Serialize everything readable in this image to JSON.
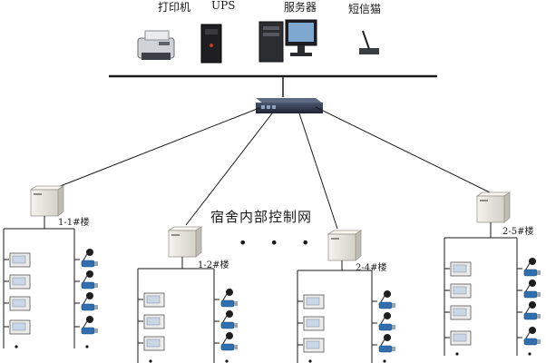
{
  "top_devices": [
    {
      "id": "printer",
      "label": "打印机",
      "icon": "printer-icon"
    },
    {
      "id": "ups",
      "label": "UPS",
      "icon": "ups-icon"
    },
    {
      "id": "server",
      "label": "服务器",
      "icon": "server-computer-icon"
    },
    {
      "id": "sms_modem",
      "label": "短信猫",
      "icon": "sms-modem-icon"
    }
  ],
  "switch": {
    "icon": "network-switch-icon"
  },
  "network_label": "宿舍内部控制网",
  "ellipsis": "• • •",
  "buildings": [
    {
      "id": "1-1",
      "label": "1-1#楼"
    },
    {
      "id": "1-2",
      "label": "1-2#楼"
    },
    {
      "id": "2-4",
      "label": "2-4#楼"
    },
    {
      "id": "2-5",
      "label": "2-5#楼"
    }
  ],
  "colors": {
    "line": "#1a1a1a",
    "cabinet": "#e6e4dc",
    "meter_body": "#2f6fb0",
    "panel_screen": "#c9d7e6"
  }
}
